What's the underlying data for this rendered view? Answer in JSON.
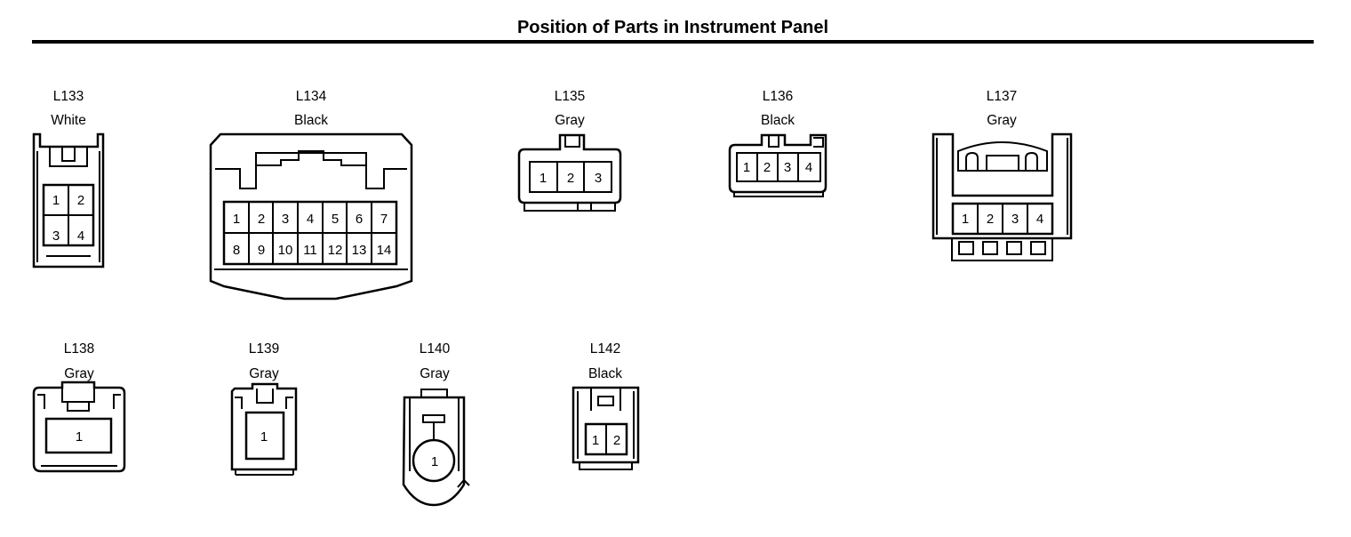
{
  "title": "Position of Parts in Instrument Panel",
  "connectors": [
    {
      "id": "L133",
      "color": "White",
      "pins": [
        "1",
        "2",
        "3",
        "4"
      ]
    },
    {
      "id": "L134",
      "color": "Black",
      "pins": [
        "1",
        "2",
        "3",
        "4",
        "5",
        "6",
        "7",
        "8",
        "9",
        "10",
        "11",
        "12",
        "13",
        "14"
      ]
    },
    {
      "id": "L135",
      "color": "Gray",
      "pins": [
        "1",
        "2",
        "3"
      ]
    },
    {
      "id": "L136",
      "color": "Black",
      "pins": [
        "1",
        "2",
        "3",
        "4"
      ]
    },
    {
      "id": "L137",
      "color": "Gray",
      "pins": [
        "1",
        "2",
        "3",
        "4"
      ]
    },
    {
      "id": "L138",
      "color": "Gray",
      "pins": [
        "1"
      ]
    },
    {
      "id": "L139",
      "color": "Gray",
      "pins": [
        "1"
      ]
    },
    {
      "id": "L140",
      "color": "Gray",
      "pins": [
        "1"
      ]
    },
    {
      "id": "L142",
      "color": "Black",
      "pins": [
        "1",
        "2"
      ]
    }
  ]
}
